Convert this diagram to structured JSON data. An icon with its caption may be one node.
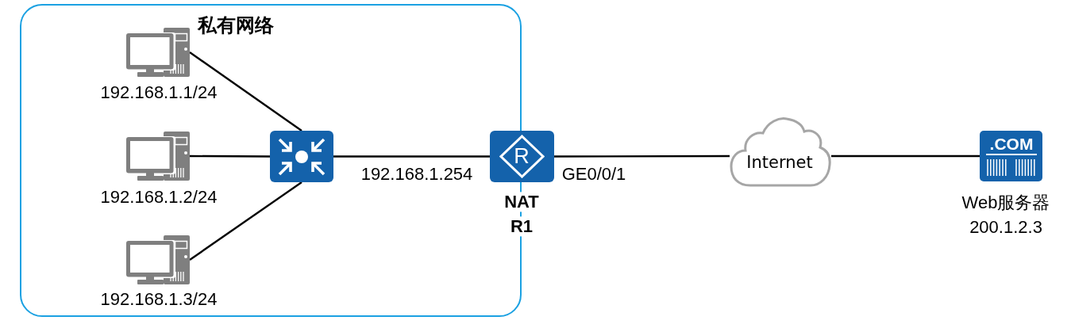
{
  "diagram": {
    "nodes": [
      {
        "text": [
          "私有网络"
        ]
      },
      {
        "text": [],
        "shape": "picture",
        "beside": [
          "192.168.1.1/24"
        ],
        "in": 0
      },
      {
        "text": [],
        "shape": "picture",
        "beside": [
          "192.168.1.2/24"
        ],
        "in": 0
      },
      {
        "text": [],
        "shape": "picture",
        "beside": [
          "192.168.1.3/24"
        ],
        "in": 0
      },
      {
        "text": [],
        "shape": "picture",
        "in": 0
      },
      {
        "text": [
          "R"
        ],
        "beside": [
          "NAT",
          "R1"
        ]
      },
      {
        "text": [
          "Internet"
        ]
      },
      {
        "text": [
          ".COM"
        ],
        "beside": [
          "Web服务器",
          "200.1.2.3"
        ]
      }
    ],
    "edges": [
      {
        "from": 1,
        "to": 4,
        "arrow": "none"
      },
      {
        "from": 2,
        "to": 4,
        "arrow": "none"
      },
      {
        "from": 3,
        "to": 4,
        "arrow": "none"
      },
      {
        "from": 4,
        "to": 5,
        "arrow": "none",
        "label": "192.168.1.254"
      },
      {
        "from": 5,
        "to": 6,
        "arrow": "none",
        "label": "GE0/0/1"
      },
      {
        "from": 6,
        "to": 7,
        "arrow": "none"
      }
    ]
  }
}
